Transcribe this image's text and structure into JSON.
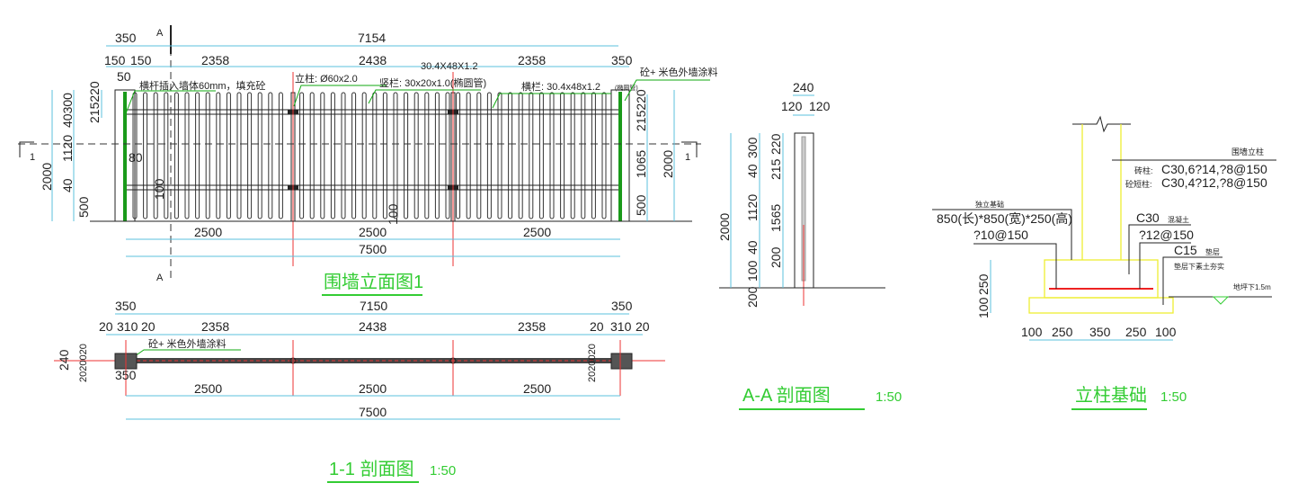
{
  "elevation": {
    "title": "围墙立面图1",
    "dims_top": {
      "total": "7154",
      "pier_left": "350",
      "pier_left_a": "150",
      "pier_left_b": "150",
      "seg1": "2358",
      "seg2": "2438",
      "seg3": "2358",
      "pier_right": "350",
      "inset": "50",
      "bar_spec": "30.4X48X1.2"
    },
    "dims_bottom": {
      "seg1": "2500",
      "seg2": "2500",
      "seg3": "2500",
      "total": "7500"
    },
    "dims_left": {
      "total": "2000",
      "top": "40300",
      "mid": "1120",
      "low": "40",
      "base": "500",
      "cap": "215220"
    },
    "dims_right": {
      "cap": "215220",
      "mid": "1065",
      "total": "2000",
      "base": "500"
    },
    "dims_inner": {
      "gap": "80",
      "bar_h": "100",
      "bottom_gap": "100"
    },
    "notes": {
      "insert": "横杆插入墙体60mm，填充砼",
      "post": "立柱: Ø60x2.0",
      "picket": "竖栏: 30x20x1.0(椭圆管)",
      "rail": "横栏: 30.4x48x1.2",
      "rail_tag": "(椭圆管)",
      "coating": "砼+ 米色外墙涂料"
    },
    "section_marks": {
      "one": "1",
      "a": "A"
    }
  },
  "plan": {
    "title": "1-1 剖面图",
    "scale": "1:50",
    "dims_top": {
      "pier_left": "350",
      "total": "7150",
      "pier_right": "350"
    },
    "dims_row2": [
      "20",
      "310",
      "20",
      "2358",
      "2438",
      "2358",
      "20",
      "310",
      "20"
    ],
    "dims_left": {
      "width": "240",
      "parts": "2020020"
    },
    "dims_right": {
      "parts": "2020020"
    },
    "pier_below": "350",
    "dims_bottom": {
      "seg1": "2500",
      "seg2": "2500",
      "seg3": "2500",
      "total": "7500"
    },
    "note": "砼+ 米色外墙涂料"
  },
  "section_aa": {
    "title": "A-A  剖面图",
    "scale": "1:50",
    "dims_top": {
      "total": "240",
      "left": "120",
      "right": "120"
    },
    "dims_outer": {
      "total": "2000",
      "bottom": "200"
    },
    "dims_mid": [
      "300",
      "40",
      "1120",
      "40",
      "100"
    ],
    "dims_inner": [
      "220",
      "215",
      "1565",
      "200"
    ]
  },
  "foundation": {
    "title": "立柱基础",
    "scale": "1:50",
    "label_column": "围墙立柱",
    "spec1_tag": "砖柱:",
    "spec1": "C30,6?14,?8@150",
    "spec2_tag": "砼短柱:",
    "spec2": "C30,4?12,?8@150",
    "footing_tag": "独立基础",
    "footing": "850(长)*850(宽)*250(高)",
    "rebar_bottom": "?10@150",
    "concrete": "C30",
    "concrete_tag": "混凝土",
    "rebar_top": "?12@150",
    "bedding": "C15",
    "bedding_tag": "垫层",
    "compaction": "垫层下素土夯实",
    "depth": "地坪下1.5m",
    "dims_left": [
      "100",
      "250"
    ],
    "dims_bottom": [
      "100",
      "250",
      "350",
      "250",
      "100"
    ]
  },
  "colors": {
    "dim": "#5bc0de",
    "title": "#33cc33",
    "post": "#1a9a1a",
    "axis": "#ee3333",
    "concrete": "#eeee33"
  }
}
